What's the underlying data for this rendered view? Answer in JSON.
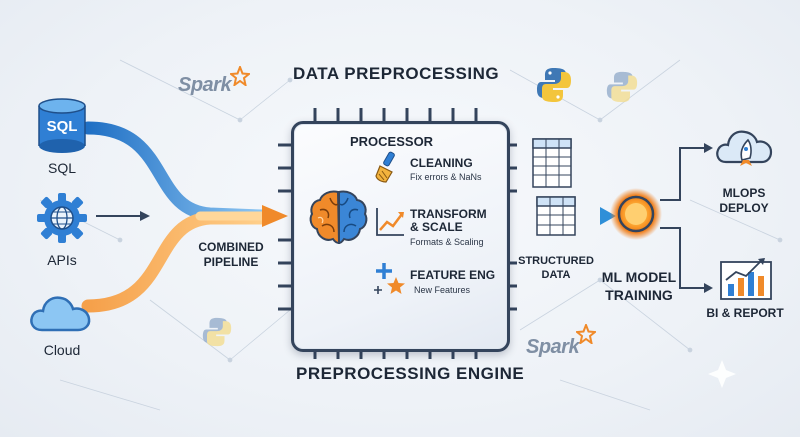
{
  "header": {
    "title": "DATA PREPROCESSING"
  },
  "footer": {
    "title": "PREPROCESSING ENGINE"
  },
  "sources": {
    "sql_badge": "SQL",
    "sql_label": "SQL",
    "apis_label": "APIs",
    "cloud_label": "Cloud"
  },
  "pipeline": {
    "line1": "COMBINED",
    "line2": "PIPELINE"
  },
  "processor": {
    "title": "PROCESSOR",
    "steps": [
      {
        "title": "CLEANING",
        "subtitle": "Fix errors & NaNs",
        "icon": "brush-icon"
      },
      {
        "title": "TRANSFORM",
        "title2": "& SCALE",
        "subtitle": "Formats & Scaling",
        "icon": "chart-icon"
      },
      {
        "title": "FEATURE ENG",
        "subtitle": "New Features",
        "icon": "plus-star-icon"
      }
    ]
  },
  "structured": {
    "line1": "STRUCTURED",
    "line2": "DATA"
  },
  "training": {
    "line1": "ML MODEL",
    "line2": "TRAINING"
  },
  "outputs": {
    "mlops_line1": "MLOPS",
    "mlops_line2": "DEPLOY",
    "bi_label": "BI & REPORT"
  },
  "logos": {
    "spark_top": "Spark",
    "spark_bottom": "Spark"
  },
  "colors": {
    "blue": "#2f7fd4",
    "orange": "#f08a2a",
    "navy": "#34445c",
    "glow": "#ff9a1f"
  }
}
